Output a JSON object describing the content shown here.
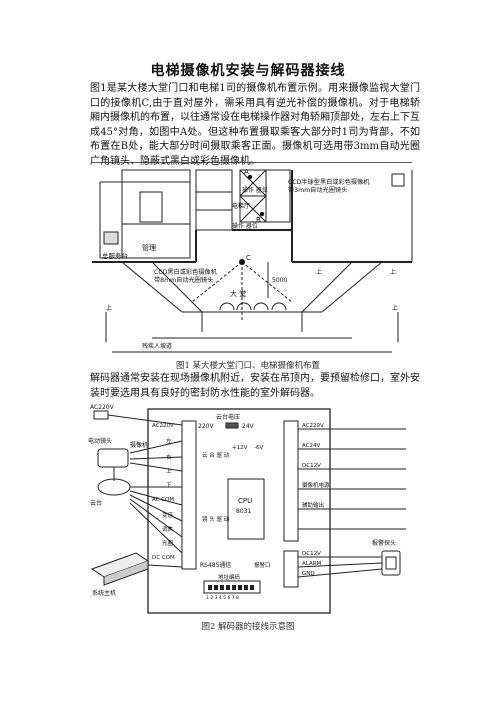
{
  "doc": {
    "title": "电梯摄像机安装与解码器接线",
    "para1": "图1是某大楼大堂门口和电梯1司的摄像机布置示例。用来摄像监视大堂门口的接像机C,由于直对屋外，需采用具有逆光补偿的摄像机。对于电梯轿厢内摄像机的布置，以往通常设在电梯操作器对角轿厢顶部处，左右上下互成45°对角，如图中A处。但这种布置摄取乘客大部分时1司为背部，不如布置在B处，能大部分时间摄取乘客正面。摄像机可选用带3mm自动光圈广角镜头、隐蔽式黑白或彩色摄像机。",
    "fig1_caption": "图1 某大楼大堂门口、电梯摄像机布置",
    "para2": "解码器通常安装在现场摄像机附近，安装在吊顶内，要预留检修口，室外安装时要选用具有良好的密封防水性能的室外解码器。",
    "fig2_caption": "图2 解码器的接线示意图"
  },
  "fig1": {
    "room_guard": "管理",
    "desk": "总服务台",
    "op1": "操作\n器位",
    "elevator_hall": "电梯厅",
    "op2": "操作\n器位",
    "ccd_a": "CCD半球型黑白或彩色摄像机",
    "ccd_a2": "带3mm自动光圈镜头",
    "ccd_c": "CCD黑白或彩色摄像机",
    "ccd_c2": "带8mm自动光圈镜头",
    "lobby": "大\n堂",
    "ramp": "残疾人坡道",
    "up": "上",
    "dim": "5000",
    "mark_a": "A",
    "mark_b": "B",
    "mark_c": "C"
  },
  "fig2": {
    "ac220_top": "AC220V",
    "motor_lens": "电动镜头",
    "camera": "摄像机",
    "pantilt": "云台",
    "pt_power": "云台电压",
    "v220": "220V",
    "v24": "24V",
    "left_terms": [
      "AC220V",
      "左",
      "右",
      "上",
      "下",
      "AC COM",
      "变倍",
      "调焦",
      "光圈",
      "DC COM"
    ],
    "pt_drive": "云\n台\n驱\n动",
    "lens_drive": "镜\n头\n驱\n动",
    "v12": "+12V",
    "v6": "-6V",
    "cpu": "CPU",
    "cpu2": "8031",
    "rs485": "RS485通信",
    "dip": "地址编码",
    "dip_nums": "1 2 3 4 5 6 7 8",
    "right_terms": [
      "AC220V",
      "AC24V",
      "DC12V",
      "摄像机电源",
      "辅助输出"
    ],
    "alarm_terms": [
      "DC12V",
      "ALARM",
      "GND"
    ],
    "alarm_port": "报警口",
    "alarm_head": "报警探头",
    "host": "系统主机"
  }
}
